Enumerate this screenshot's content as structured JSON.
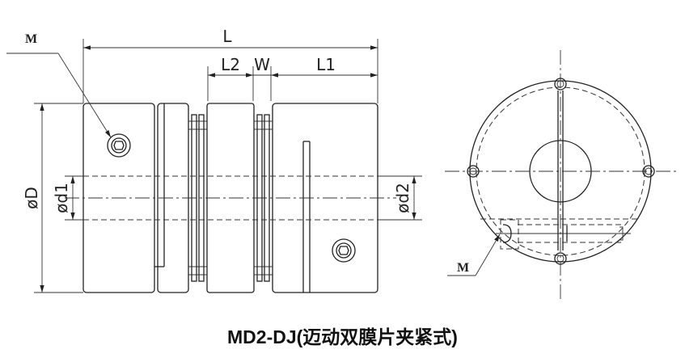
{
  "title": "MD2-DJ(迈动双膜片夹紧式)",
  "dimensions": {
    "L": "L",
    "L1": "L1",
    "L2": "L2",
    "W": "W",
    "D": "øD",
    "d1": "ød1",
    "d2": "ød2",
    "M_side": "M",
    "M_front": "M"
  },
  "colors": {
    "line": "#222222",
    "background": "#ffffff"
  }
}
